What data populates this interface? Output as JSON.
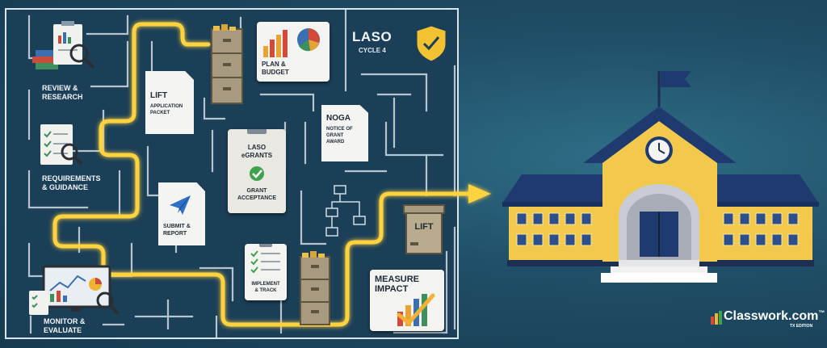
{
  "panel": {
    "title": "LASO",
    "subtitle": "CYCLE 4"
  },
  "steps": {
    "review": "REVIEW &\nRESEARCH",
    "requirements": "REQUIREMENTS\n& GUIDANCE",
    "monitor": "MONITOR &\nEVALUATE",
    "lift_packet_title": "LIFT",
    "lift_packet_sub": "APPLICATION\nPACKET",
    "plan_budget": "PLAN &\nBUDGET",
    "laso_egrants": "LASO\neGRANTS",
    "grant_acceptance": "GRANT\nACCEPTANCE",
    "noga_title": "NOGA",
    "noga_sub": "NOTICE OF\nGRANT\nAWARD",
    "submit_report": "SUBMIT &\nREPORT",
    "implement_track": "IMPLEMENT\n& TRACK",
    "lift_box": "LIFT",
    "measure_impact": "MEASURE\nIMPACT"
  },
  "brand": {
    "name": "Classwork.com",
    "trademark": "™",
    "edition": "TX EDITION"
  },
  "colors": {
    "path": "#ffd23f",
    "maze_lines": "#cfdde6",
    "school_wall": "#f2c94c",
    "roof": "#1f3a6e"
  }
}
